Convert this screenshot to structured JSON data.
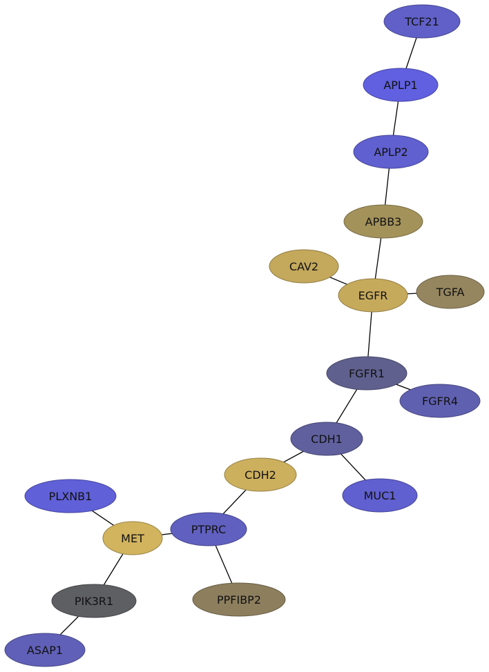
{
  "nodes": [
    {
      "id": "TCF21",
      "label": "TCF21",
      "color": "#6060c8"
    },
    {
      "id": "APLP1",
      "label": "APLP1",
      "color": "#6060e0"
    },
    {
      "id": "APLP2",
      "label": "APLP2",
      "color": "#6060d0"
    },
    {
      "id": "APBB3",
      "label": "APBB3",
      "color": "#a3925a"
    },
    {
      "id": "CAV2",
      "label": "CAV2",
      "color": "#c4a85c"
    },
    {
      "id": "EGFR",
      "label": "EGFR",
      "color": "#c6aa5c"
    },
    {
      "id": "TGFA",
      "label": "TGFA",
      "color": "#958660"
    },
    {
      "id": "FGFR1",
      "label": "FGFR1",
      "color": "#60608e"
    },
    {
      "id": "FGFR4",
      "label": "FGFR4",
      "color": "#6060b0"
    },
    {
      "id": "CDH1",
      "label": "CDH1",
      "color": "#60609e"
    },
    {
      "id": "CDH2",
      "label": "CDH2",
      "color": "#cdb05e"
    },
    {
      "id": "MUC1",
      "label": "MUC1",
      "color": "#6060d0"
    },
    {
      "id": "PLXNB1",
      "label": "PLXNB1",
      "color": "#6060d8"
    },
    {
      "id": "MET",
      "label": "MET",
      "color": "#d2b45e"
    },
    {
      "id": "PTPRC",
      "label": "PTPRC",
      "color": "#6060c0"
    },
    {
      "id": "PIK3R1",
      "label": "PIK3R1",
      "color": "#5e5f63"
    },
    {
      "id": "PPFIBP2",
      "label": "PPFIBP2",
      "color": "#8d7f5e"
    },
    {
      "id": "ASAP1",
      "label": "ASAP1",
      "color": "#6060b8"
    }
  ],
  "edges": [
    [
      "TCF21",
      "APLP1"
    ],
    [
      "APLP1",
      "APLP2"
    ],
    [
      "APLP2",
      "APBB3"
    ],
    [
      "APBB3",
      "EGFR"
    ],
    [
      "CAV2",
      "EGFR"
    ],
    [
      "EGFR",
      "TGFA"
    ],
    [
      "EGFR",
      "FGFR1"
    ],
    [
      "FGFR1",
      "FGFR4"
    ],
    [
      "FGFR1",
      "CDH1"
    ],
    [
      "CDH1",
      "CDH2"
    ],
    [
      "CDH1",
      "MUC1"
    ],
    [
      "CDH2",
      "PTPRC"
    ],
    [
      "PTPRC",
      "MET"
    ],
    [
      "PTPRC",
      "PPFIBP2"
    ],
    [
      "PLXNB1",
      "MET"
    ],
    [
      "MET",
      "PIK3R1"
    ],
    [
      "PIK3R1",
      "ASAP1"
    ]
  ]
}
